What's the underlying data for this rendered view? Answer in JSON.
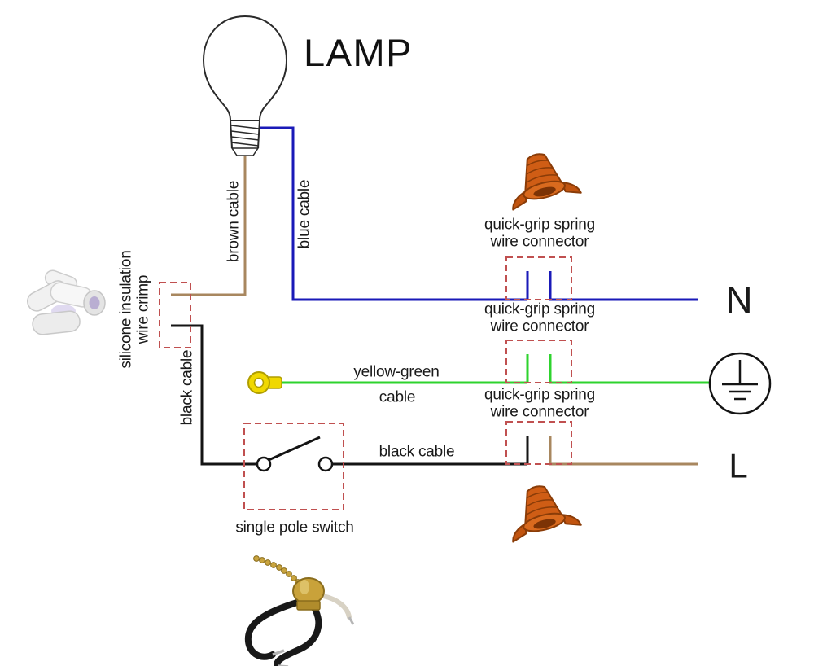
{
  "lamp": {
    "title": "LAMP"
  },
  "cables": {
    "brown": "brown cable",
    "blue": "blue cable",
    "black_drop": "black cable",
    "black_run": "black cable",
    "yellow_green_line1": "yellow-green",
    "yellow_green_line2": "cable"
  },
  "crimp": {
    "line1": "silicone insulation",
    "line2": "wire crimp"
  },
  "connectors": [
    {
      "line1": "quick-grip spring",
      "line2": "wire connector"
    },
    {
      "line1": "quick-grip spring",
      "line2": "wire connector"
    },
    {
      "line1": "quick-grip spring",
      "line2": "wire connector"
    }
  ],
  "switch": {
    "label": "single pole switch"
  },
  "terminals": {
    "neutral": "N",
    "line": "L"
  },
  "colors": {
    "wire-brown": "#a8875f",
    "wire-blue": "#1a1ab8",
    "wire-green": "#2ed32e",
    "wire-black": "#141414",
    "dashed-box": "#c05050",
    "connector-orange": "#cf5d15",
    "terminal-ring-yellow": "#f0d800",
    "switch-brass": "#c9a23a"
  }
}
